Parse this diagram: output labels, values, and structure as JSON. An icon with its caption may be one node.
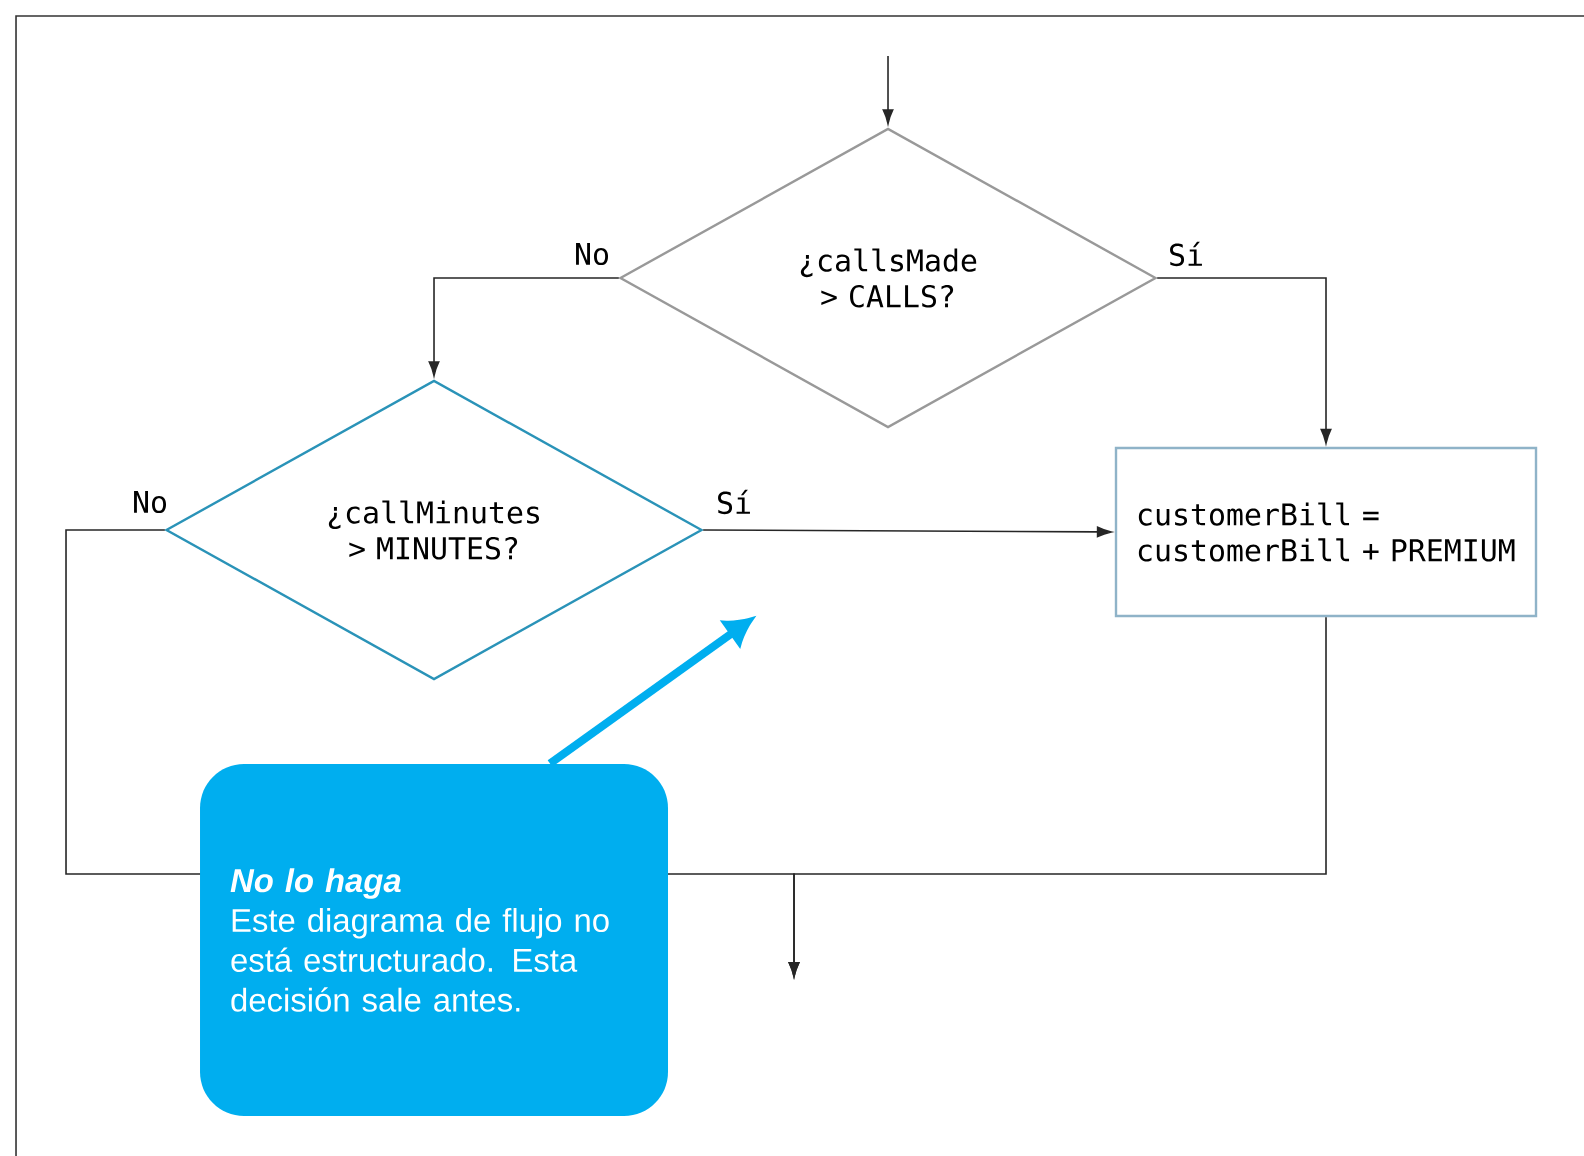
{
  "diagram": {
    "nodes": [
      {
        "text": [
          "¿callsMade > CALLS?"
        ]
      },
      {
        "text": [
          "¿callMinutes > MINUTES?"
        ]
      },
      {
        "text": [
          "customerBill = customerBill + PREMIUM"
        ]
      },
      {
        "text": [
          "No lo haga",
          "Este diagrama de flujo no está estructurado. Esta decisión sale antes."
        ]
      }
    ],
    "edges": [
      {
        "from": null,
        "to": 0,
        "arrow": "to"
      },
      {
        "from": 0,
        "to": 1,
        "arrow": "to",
        "label": "No"
      },
      {
        "from": 0,
        "to": 2,
        "arrow": "to",
        "label": "Sí"
      },
      {
        "from": 1,
        "to": 2,
        "arrow": "to",
        "label": "Sí"
      },
      {
        "from": 1,
        "to": null,
        "arrow": "to",
        "label": "No"
      },
      {
        "from": 2,
        "to": null,
        "arrow": "to"
      },
      {
        "from": 3,
        "to": null,
        "arrow": "to",
        "style": "thick",
        "color": "#00aeef"
      }
    ]
  }
}
